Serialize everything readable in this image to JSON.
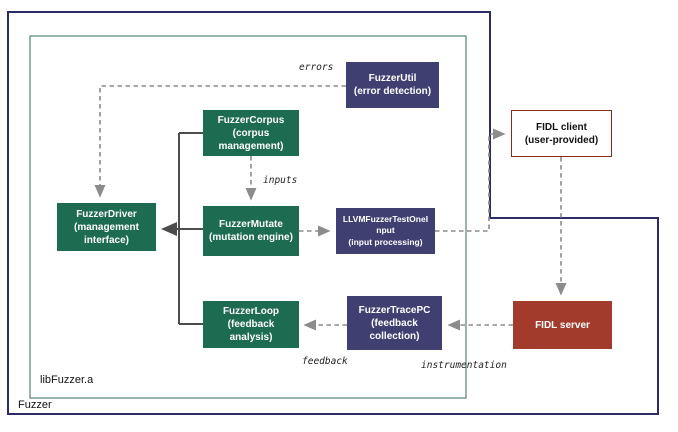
{
  "diagram": {
    "containers": {
      "outer": {
        "label": "Fuzzer"
      },
      "inner": {
        "label": "libFuzzer.a"
      }
    },
    "nodes": {
      "fuzzer_util": {
        "title": "FuzzerUtil",
        "subtitle": "(error detection)"
      },
      "fuzzer_corpus": {
        "title": "FuzzerCorpus",
        "subtitle": "(corpus management)"
      },
      "fuzzer_driver": {
        "title": "FuzzerDriver",
        "subtitle": "(management interface)"
      },
      "fuzzer_mutate": {
        "title": "FuzzerMutate",
        "subtitle": "(mutation engine)"
      },
      "llvm_fuzzer_test_one_input": {
        "title": "LLVMFuzzerTestOneInput",
        "subtitle": "(input processing)"
      },
      "fuzzer_loop": {
        "title": "FuzzerLoop",
        "subtitle": "(feedback analysis)"
      },
      "fuzzer_trace_pc": {
        "title": "FuzzerTracePC",
        "subtitle": "(feedback collection)"
      },
      "fidl_client": {
        "title": "FIDL client",
        "subtitle": "(user-provided)"
      },
      "fidl_server": {
        "title": "FIDL server"
      }
    },
    "edge_labels": {
      "errors": "errors",
      "inputs": "inputs",
      "feedback": "feedback",
      "instrumentation": "instrumentation"
    },
    "colors": {
      "green_box": "#1d6b50",
      "navy_box": "#3f3f72",
      "red_box": "#a23b2b",
      "client_border": "#8b2a1f",
      "outer_border": "#2b2b66",
      "inner_border": "#2f6b52",
      "arrow_gray": "#8c8c8c",
      "arrow_dark": "#4d4d4d"
    }
  }
}
